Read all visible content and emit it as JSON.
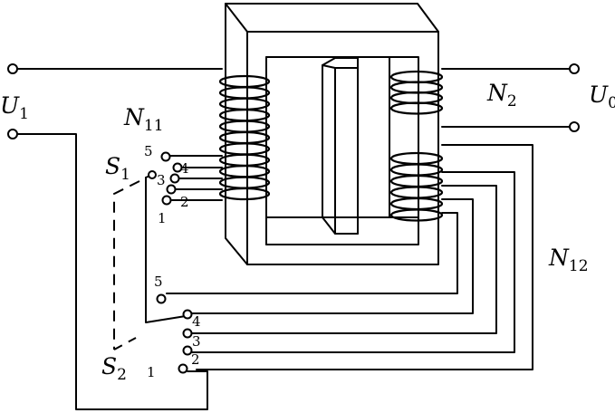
{
  "labels": {
    "u1": {
      "main": "U",
      "sub": "1"
    },
    "u0": {
      "main": "U",
      "sub": "0"
    },
    "n11": {
      "main": "N",
      "sub": "11"
    },
    "n12": {
      "main": "N",
      "sub": "12"
    },
    "n2": {
      "main": "N",
      "sub": "2"
    },
    "s1": {
      "main": "S",
      "sub": "1"
    },
    "s2": {
      "main": "S",
      "sub": "2"
    }
  },
  "s1_taps": [
    "5",
    "4",
    "3",
    "2",
    "1"
  ],
  "s2_taps": [
    "5",
    "4",
    "3",
    "2",
    "1"
  ]
}
